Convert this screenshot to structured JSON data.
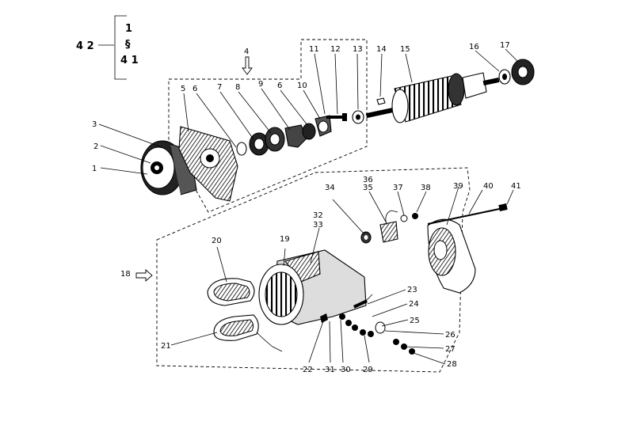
{
  "reference": {
    "main_number": "4 2",
    "items": [
      "1",
      "§",
      "4 1"
    ]
  },
  "callouts": [
    "1",
    "2",
    "3",
    "4",
    "5",
    "6",
    "7",
    "8",
    "9",
    "6",
    "10",
    "11",
    "12",
    "13",
    "14",
    "15",
    "16",
    "17",
    "18",
    "19",
    "20",
    "21",
    "22",
    "23",
    "24",
    "25",
    "26",
    "27",
    "28",
    "29",
    "30",
    "31",
    "32",
    "33",
    "34",
    "35",
    "36",
    "37",
    "38",
    "39",
    "40",
    "41"
  ]
}
